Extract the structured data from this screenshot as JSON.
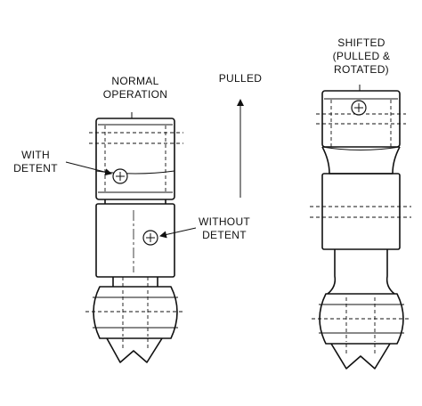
{
  "labels": {
    "normal_operation": [
      "NORMAL",
      "OPERATION"
    ],
    "pulled": "PULLED",
    "shifted": [
      "SHIFTED",
      "(PULLED &",
      "ROTATED)"
    ],
    "with_detent": [
      "WITH",
      "DETENT"
    ],
    "without_detent": [
      "WITHOUT",
      "DETENT"
    ]
  },
  "icons": {
    "arrow": "arrow-up-icon",
    "screw": "slotted-screw-icon"
  },
  "colors": {
    "line": "#111111",
    "background": "#ffffff"
  }
}
